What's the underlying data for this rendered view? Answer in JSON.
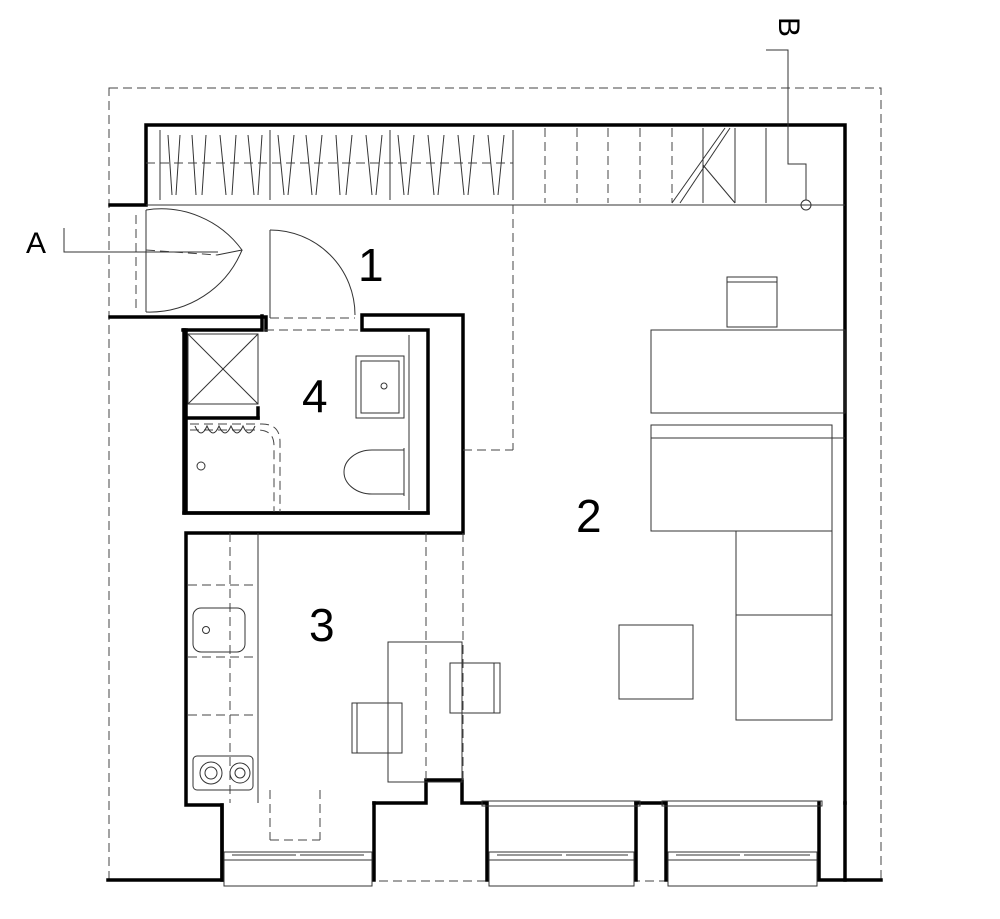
{
  "rooms": [
    {
      "label": "1"
    },
    {
      "label": "2"
    },
    {
      "label": "3"
    },
    {
      "label": "4"
    }
  ],
  "section_markers": [
    {
      "label": "A"
    },
    {
      "label": "B"
    }
  ]
}
